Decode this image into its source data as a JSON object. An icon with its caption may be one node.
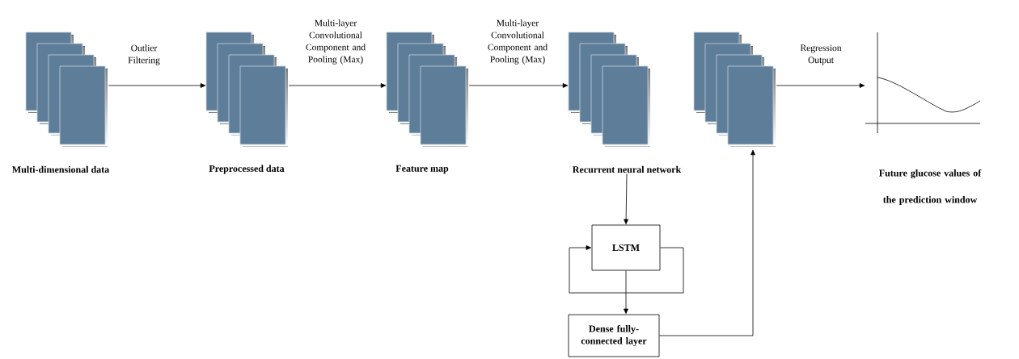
{
  "diagram": {
    "nodes": [
      {
        "text": [
          "Multi-dimensional data"
        ]
      },
      {
        "text": [
          "Preprocessed data"
        ]
      },
      {
        "text": [
          "Feature map"
        ]
      },
      {
        "text": [
          "Recurrent neural network"
        ]
      },
      {
        "text": [],
        "shape": "box"
      },
      {
        "text": [
          "Future glucose values of the prediction window"
        ]
      },
      {
        "text": [
          "LSTM"
        ]
      },
      {
        "text": [
          "Dense fully-connected layer"
        ]
      }
    ],
    "edges": [
      {
        "from": 0,
        "to": 1,
        "arrow": "to",
        "label": "Outlier Filtering"
      },
      {
        "from": 1,
        "to": 2,
        "arrow": "to",
        "label": "Multi-layer Convolutional Component and Pooling (Max)"
      },
      {
        "from": 2,
        "to": 3,
        "arrow": "to",
        "label": "Multi-layer Convolutional Component and Pooling (Max)"
      },
      {
        "from": 4,
        "to": 5,
        "arrow": "to",
        "label": "Regression Output"
      },
      {
        "from": 3,
        "to": 6,
        "arrow": "to"
      },
      {
        "from": 6,
        "to": 6,
        "arrow": "to"
      },
      {
        "from": 6,
        "to": 7,
        "arrow": "to"
      },
      {
        "from": 7,
        "to": 4,
        "arrow": "to"
      }
    ]
  }
}
